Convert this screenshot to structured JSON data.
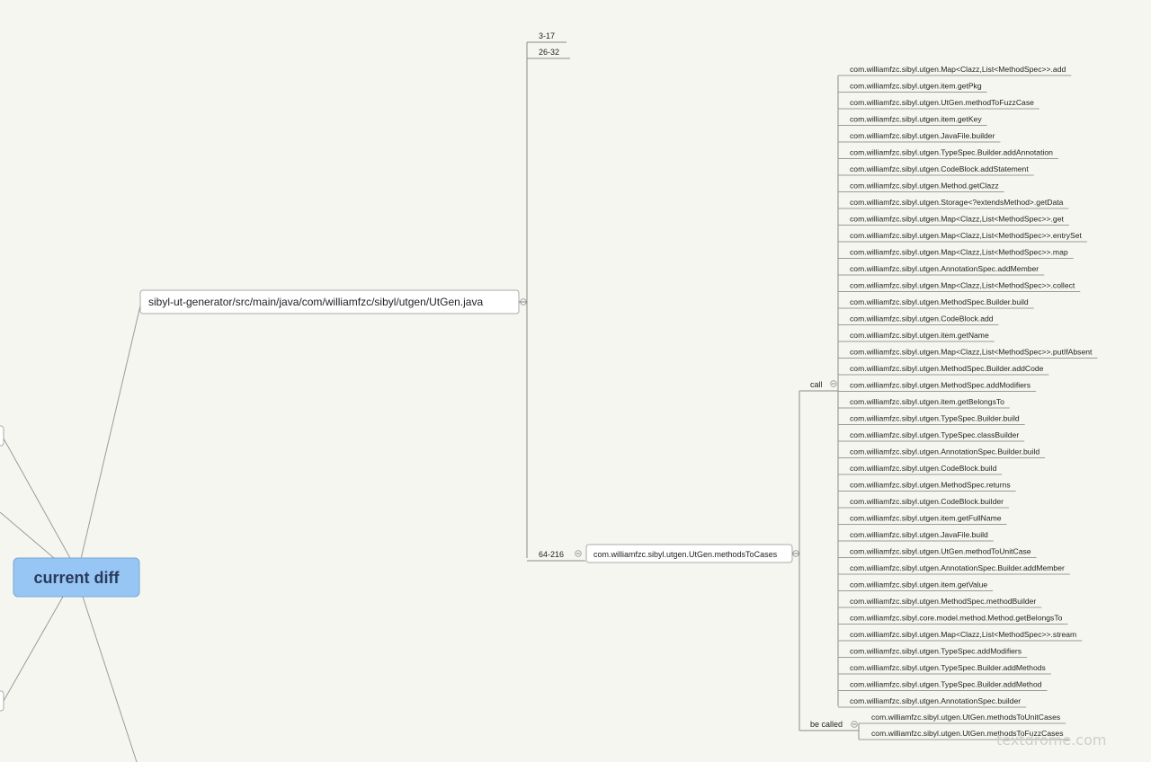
{
  "root": {
    "label": "current diff"
  },
  "file": {
    "label": "sibyl-ut-generator/src/main/java/com/williamfzc/sibyl/utgen/UtGen.java"
  },
  "ranges": [
    {
      "label": "3-17"
    },
    {
      "label": "26-32"
    },
    {
      "label": "64-216"
    }
  ],
  "method": {
    "label": "com.williamfzc.sibyl.utgen.UtGen.methodsToCases"
  },
  "call": {
    "label": "call",
    "items": [
      "com.williamfzc.sibyl.utgen.Map<Clazz,List<MethodSpec>>.add",
      "com.williamfzc.sibyl.utgen.item.getPkg",
      "com.williamfzc.sibyl.utgen.UtGen.methodToFuzzCase",
      "com.williamfzc.sibyl.utgen.item.getKey",
      "com.williamfzc.sibyl.utgen.JavaFile.builder",
      "com.williamfzc.sibyl.utgen.TypeSpec.Builder.addAnnotation",
      "com.williamfzc.sibyl.utgen.CodeBlock.addStatement",
      "com.williamfzc.sibyl.utgen.Method.getClazz",
      "com.williamfzc.sibyl.utgen.Storage<?extendsMethod>.getData",
      "com.williamfzc.sibyl.utgen.Map<Clazz,List<MethodSpec>>.get",
      "com.williamfzc.sibyl.utgen.Map<Clazz,List<MethodSpec>>.entrySet",
      "com.williamfzc.sibyl.utgen.Map<Clazz,List<MethodSpec>>.map",
      "com.williamfzc.sibyl.utgen.AnnotationSpec.addMember",
      "com.williamfzc.sibyl.utgen.Map<Clazz,List<MethodSpec>>.collect",
      "com.williamfzc.sibyl.utgen.MethodSpec.Builder.build",
      "com.williamfzc.sibyl.utgen.CodeBlock.add",
      "com.williamfzc.sibyl.utgen.item.getName",
      "com.williamfzc.sibyl.utgen.Map<Clazz,List<MethodSpec>>.putIfAbsent",
      "com.williamfzc.sibyl.utgen.MethodSpec.Builder.addCode",
      "com.williamfzc.sibyl.utgen.MethodSpec.addModifiers",
      "com.williamfzc.sibyl.utgen.item.getBelongsTo",
      "com.williamfzc.sibyl.utgen.TypeSpec.Builder.build",
      "com.williamfzc.sibyl.utgen.TypeSpec.classBuilder",
      "com.williamfzc.sibyl.utgen.AnnotationSpec.Builder.build",
      "com.williamfzc.sibyl.utgen.CodeBlock.build",
      "com.williamfzc.sibyl.utgen.MethodSpec.returns",
      "com.williamfzc.sibyl.utgen.CodeBlock.builder",
      "com.williamfzc.sibyl.utgen.item.getFullName",
      "com.williamfzc.sibyl.utgen.JavaFile.build",
      "com.williamfzc.sibyl.utgen.UtGen.methodToUnitCase",
      "com.williamfzc.sibyl.utgen.AnnotationSpec.Builder.addMember",
      "com.williamfzc.sibyl.utgen.item.getValue",
      "com.williamfzc.sibyl.utgen.MethodSpec.methodBuilder",
      "com.williamfzc.sibyl.core.model.method.Method.getBelongsTo",
      "com.williamfzc.sibyl.utgen.Map<Clazz,List<MethodSpec>>.stream",
      "com.williamfzc.sibyl.utgen.TypeSpec.addModifiers",
      "com.williamfzc.sibyl.utgen.TypeSpec.Builder.addMethods",
      "com.williamfzc.sibyl.utgen.TypeSpec.Builder.addMethod",
      "com.williamfzc.sibyl.utgen.AnnotationSpec.builder"
    ]
  },
  "becalled": {
    "label": "be called",
    "items": [
      "com.williamfzc.sibyl.utgen.UtGen.methodsToUnitCases",
      "com.williamfzc.sibyl.utgen.UtGen.methodsToFuzzCases"
    ]
  },
  "watermark": {
    "text": "textdrome.com"
  },
  "colors": {
    "root_fill": "#97c6f5",
    "background": "#f6f6f1",
    "line": "#8a8a8a"
  }
}
